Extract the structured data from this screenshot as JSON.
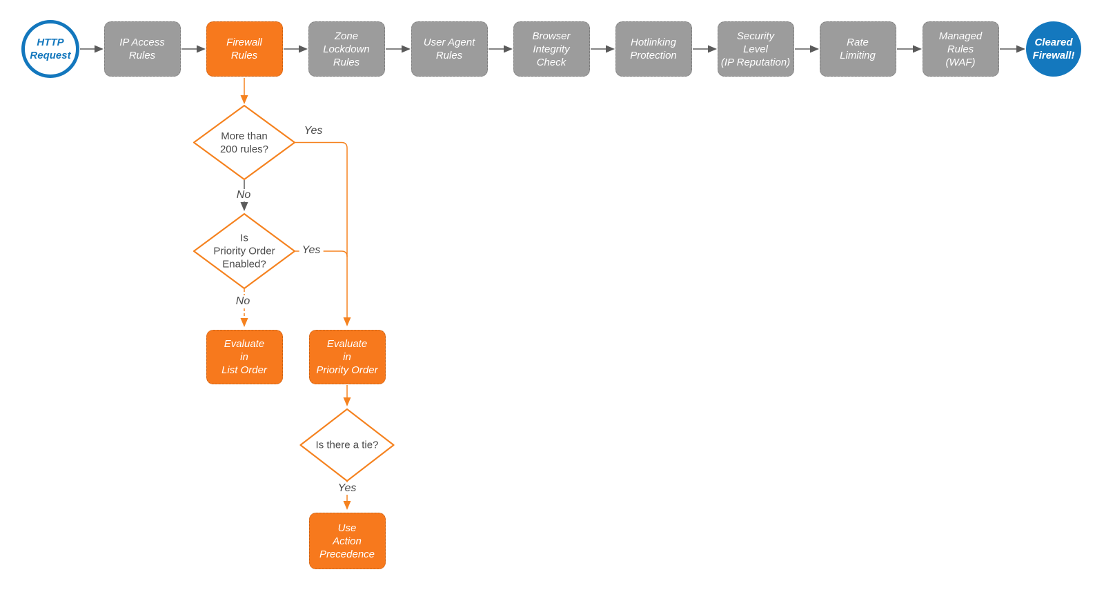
{
  "colors": {
    "accent_orange": "#F7791D",
    "connector_orange": "#F5821F",
    "node_gray": "#9C9C9C",
    "connector_gray": "#5B5B5B",
    "terminator_blue": "#1478BE",
    "label_text": "#4A4A4A"
  },
  "pipeline": {
    "start": {
      "label": "HTTP\nRequest"
    },
    "stages": [
      {
        "label": "IP Access\nRules"
      },
      {
        "label": "Firewall\nRules"
      },
      {
        "label": "Zone\nLockdown\nRules"
      },
      {
        "label": "User Agent\nRules"
      },
      {
        "label": "Browser\nIntegrity\nCheck"
      },
      {
        "label": "Hotlinking\nProtection"
      },
      {
        "label": "Security\nLevel\n(IP Reputation)"
      },
      {
        "label": "Rate\nLimiting"
      },
      {
        "label": "Managed\nRules\n(WAF)"
      }
    ],
    "end": {
      "label": "Cleared\nFirewall!"
    }
  },
  "decisions": {
    "more_than_200": {
      "label": "More than\n200 rules?",
      "yes": "Yes",
      "no": "No"
    },
    "priority_enabled": {
      "label": "Is\nPriority Order\nEnabled?",
      "yes": "Yes",
      "no": "No"
    },
    "tie": {
      "label": "Is there a tie?",
      "yes": "Yes"
    }
  },
  "processes": {
    "list_order": {
      "label": "Evaluate\nin\nList Order"
    },
    "priority_order": {
      "label": "Evaluate\nin\nPriority Order"
    },
    "action_precedence": {
      "label": "Use\nAction\nPrecedence"
    }
  }
}
